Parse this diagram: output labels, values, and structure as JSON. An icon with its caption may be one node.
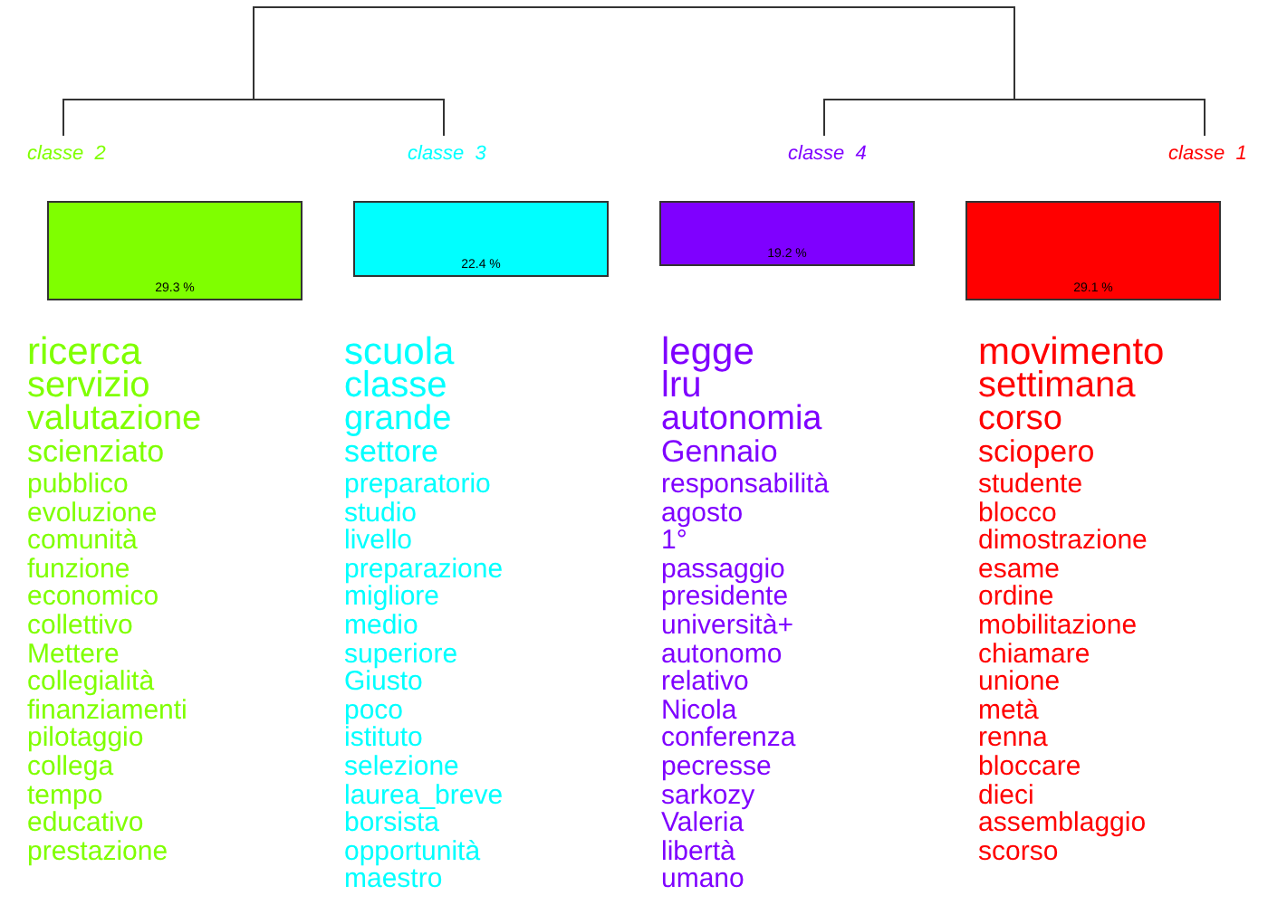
{
  "diagram": {
    "nodes": [
      {
        "text": [
          "29.3 %"
        ],
        "beside": [
          "classe  2",
          "ricerca",
          "servizio",
          "valutazione",
          "scienziato",
          "pubblico",
          "evoluzione",
          "comunità",
          "funzione",
          "economico",
          "collettivo",
          "Mettere",
          "collegialità",
          "finanziamenti",
          "pilotaggio",
          "collega",
          "tempo",
          "educativo",
          "prestazione"
        ]
      },
      {
        "text": [
          "22.4 %"
        ],
        "beside": [
          "classe  3",
          "scuola",
          "classe",
          "grande",
          "settore",
          "preparatorio",
          "studio",
          "livello",
          "preparazione",
          "migliore",
          "medio",
          "superiore",
          "Giusto",
          "poco",
          "istituto",
          "selezione",
          "laurea_breve",
          "borsista",
          "opportunità",
          "maestro"
        ]
      },
      {
        "text": [
          "19.2 %"
        ],
        "beside": [
          "classe  4",
          "legge",
          "lru",
          "autonomia",
          "Gennaio",
          "responsabilità",
          "agosto",
          "1°",
          "passaggio",
          "presidente",
          "università+",
          "autonomo",
          "relativo",
          "Nicola",
          "conferenza",
          "pecresse",
          "sarkozy",
          "Valeria",
          "libertà",
          "umano"
        ]
      },
      {
        "text": [
          "29.1 %"
        ],
        "beside": [
          "classe  1",
          "movimento",
          "settimana",
          "corso",
          "sciopero",
          "studente",
          "blocco",
          "dimostrazione",
          "esame",
          "ordine",
          "mobilitazione",
          "chiamare",
          "unione",
          "metà",
          "renna",
          "bloccare",
          "dieci",
          "assemblaggio",
          "scorso"
        ]
      }
    ]
  }
}
